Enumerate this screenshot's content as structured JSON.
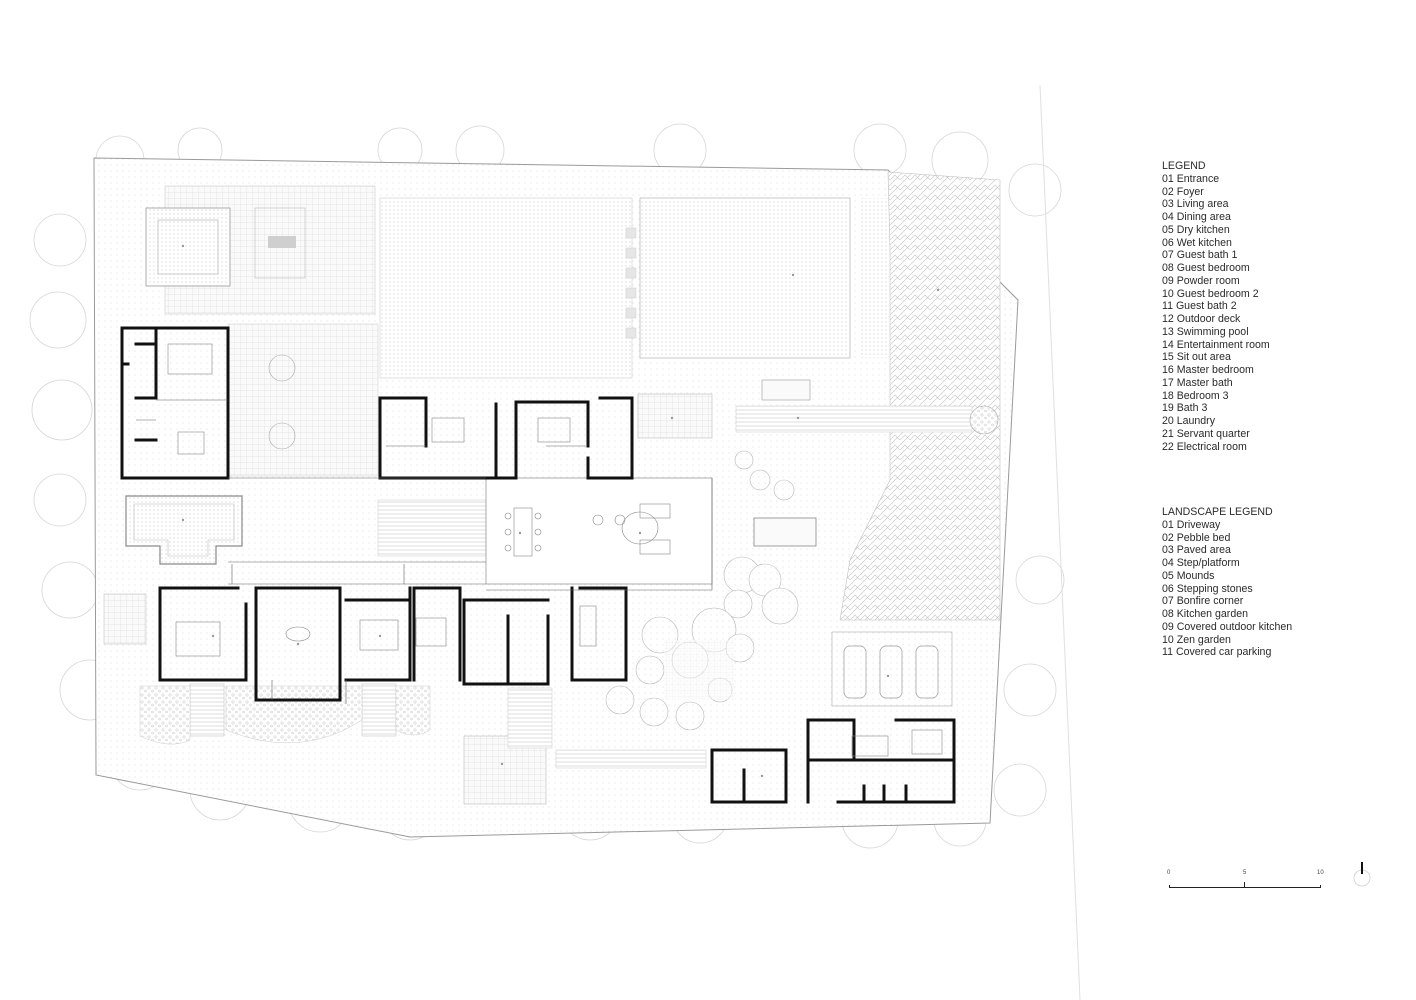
{
  "legend": {
    "title": "LEGEND",
    "items": [
      "01 Entrance",
      "02 Foyer",
      "03 Living area",
      "04 Dining area",
      "05 Dry kitchen",
      "06 Wet kitchen",
      "07 Guest bath 1",
      "08 Guest bedroom",
      "09 Powder room",
      "10 Guest bedroom 2",
      "11 Guest bath 2",
      "12 Outdoor deck",
      "13 Swimming pool",
      "14 Entertainment room",
      "15 Sit out area",
      "16 Master bedroom",
      "17 Master bath",
      "18 Bedroom 3",
      "19 Bath 3",
      "20 Laundry",
      "21 Servant quarter",
      "22 Electrical room"
    ]
  },
  "landscape_legend": {
    "title": "LANDSCAPE LEGEND",
    "items": [
      "01 Driveway",
      "02 Pebble bed",
      "03 Paved area",
      "04 Step/platform",
      "05 Mounds",
      "06 Stepping stones",
      "07 Bonfire corner",
      "08 Kitchen garden",
      "09 Covered outdoor kitchen",
      "10 Zen garden",
      "11 Covered car parking"
    ]
  },
  "scale_bar": {
    "labels": [
      "0",
      "5",
      "10"
    ]
  },
  "colors": {
    "wall": "#111111",
    "site_line": "#9a9a9a",
    "hatch": "#bdbdbd",
    "tree": "#cfcfcf"
  }
}
